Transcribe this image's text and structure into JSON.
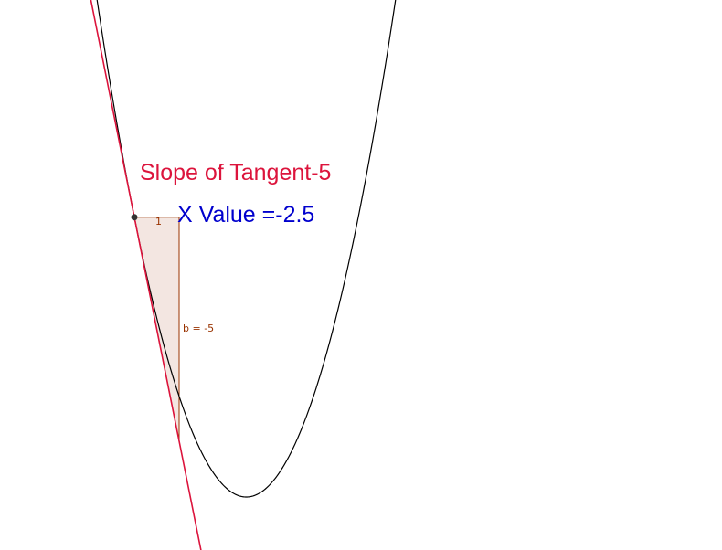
{
  "labels": {
    "slope": "Slope of Tangent-5",
    "x_value": "X Value =-2.5",
    "run": "1",
    "rise": "b = -5"
  },
  "graph": {
    "function_type": "parabola",
    "vertex_x": 0,
    "tangent_point_x": -2.5,
    "tangent_slope": -5,
    "run": 1,
    "rise": -5
  },
  "colors": {
    "curve": "#000000",
    "tangent": "#dc143c",
    "slope_label": "#dc143c",
    "x_label": "#0000cd",
    "triangle_stroke": "#993300",
    "triangle_fill": "#f3e6e1",
    "small_label": "#993300",
    "point": "#333333"
  }
}
